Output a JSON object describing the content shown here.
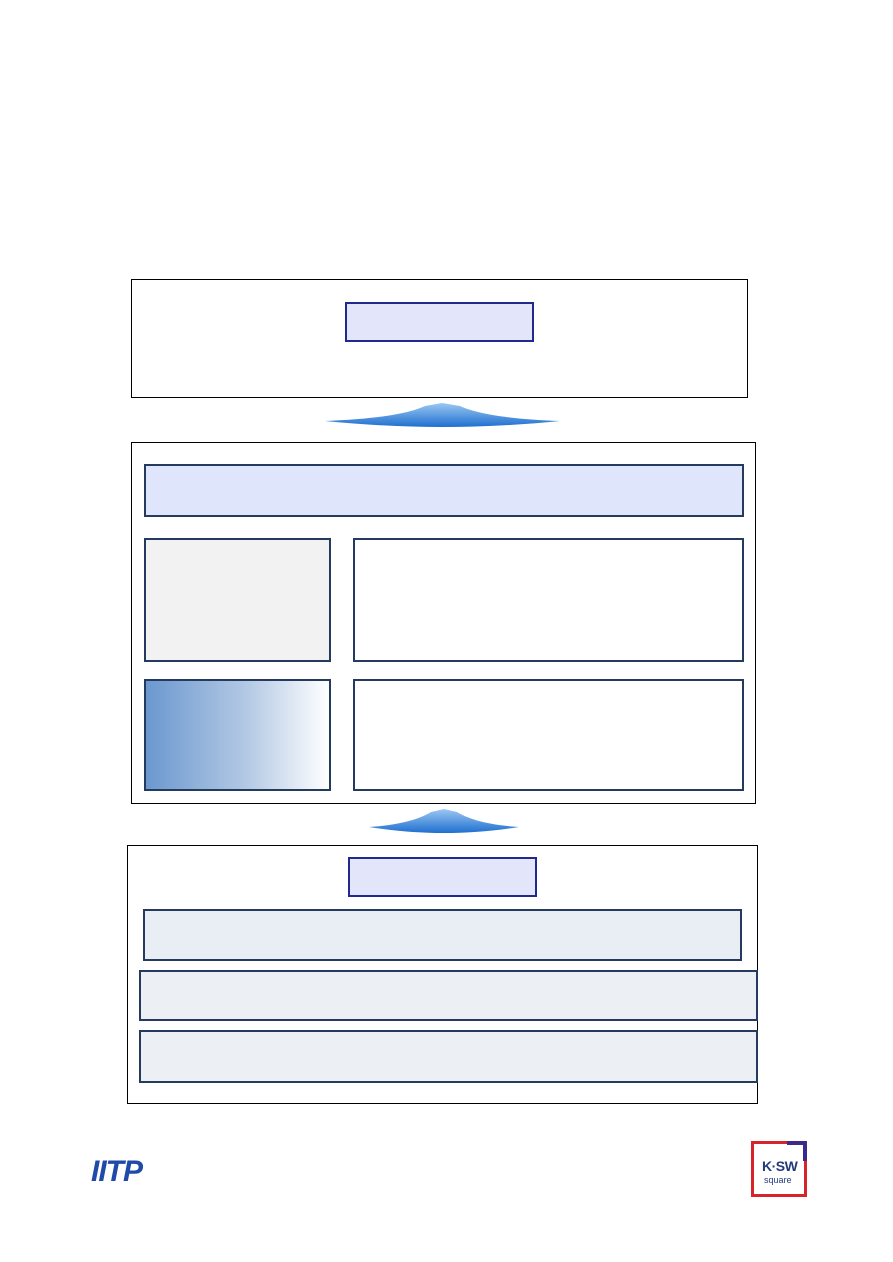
{
  "diagram": {
    "top_panel": {
      "title": ""
    },
    "middle_panel": {
      "header": "",
      "rows": [
        {
          "left": "",
          "right": ""
        },
        {
          "left": "",
          "right": ""
        }
      ]
    },
    "bottom_panel": {
      "title": "",
      "bands": [
        "",
        "",
        ""
      ]
    }
  },
  "logos": {
    "left": "IITP",
    "right_line1": "K·SW",
    "right_line2": "square"
  },
  "colors": {
    "title_fill": "#e3e6fa",
    "title_border": "#1f2a8c",
    "arrow_blue": "#2c7fd6",
    "gradient_blue": "#6b98cf",
    "ksw_red": "#d8232a",
    "ksw_purple": "#3b2a8c"
  }
}
